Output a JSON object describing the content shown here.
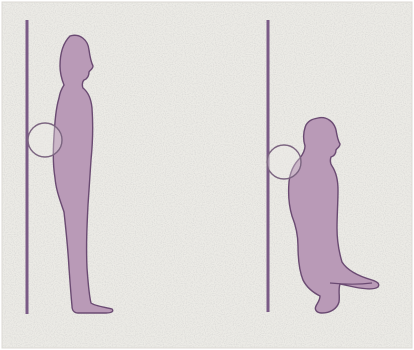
{
  "colors": {
    "paper": "#ecebe6",
    "paper_edge": "#dcdad4",
    "wall_line": "#7a5a86",
    "figure_fill": "#b99ab7",
    "figure_outline": "#6a4a72",
    "ball_outline": "#7b6480",
    "ball_fill": "#efeae9"
  },
  "scene": {
    "left_panel": {
      "pose": "standing",
      "ball": "exercise-ball-at-lower-back",
      "wall": "vertical-wall-line"
    },
    "right_panel": {
      "pose": "deep-squat-kneeling",
      "ball": "exercise-ball-at-upper-back",
      "wall": "vertical-wall-line"
    }
  }
}
